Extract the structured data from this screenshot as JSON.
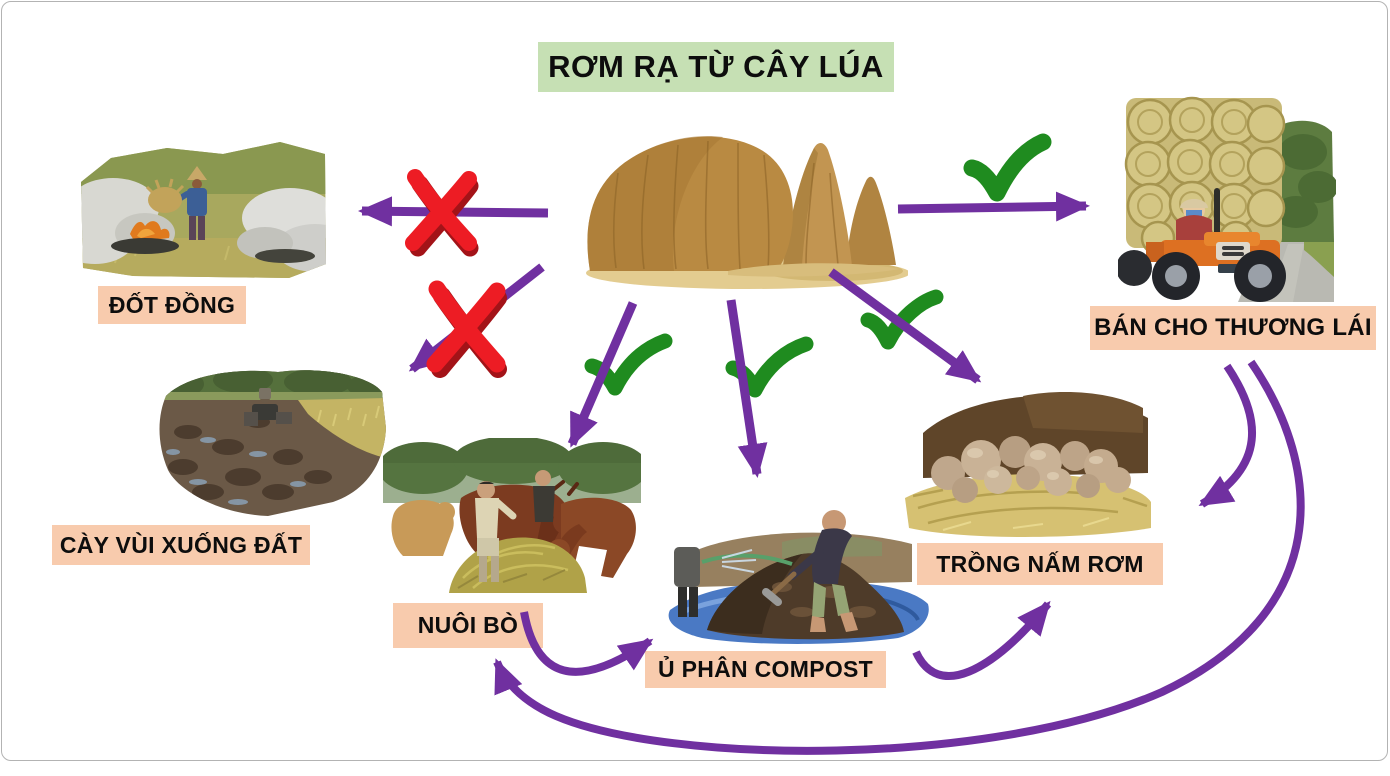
{
  "title": "RƠM RẠ TỪ CÂY LÚA",
  "colors": {
    "title_bg": "#c6e0b4",
    "label_bg": "#f8cbad",
    "arrow": "#7030a0",
    "check": "#1f8b1f",
    "cross": "#ed1c24",
    "cross_dark": "#a31318"
  },
  "source": {
    "id": "rom-ra",
    "label": "RƠM RẠ TỪ CÂY LÚA",
    "image": "piles of rice straw (haystacks) in a field"
  },
  "nodes": [
    {
      "id": "dot-dong",
      "label": "ĐỐT ĐỒNG",
      "mark": "cross",
      "image": "farmer burning rice straw in a smoking field"
    },
    {
      "id": "cay-vui",
      "label": "CÀY VÙI XUỐNG ĐẤT",
      "mark": "cross",
      "image": "tiller plowing straw into muddy paddy field"
    },
    {
      "id": "ban-thuong-lai",
      "label": "BÁN CHO THƯƠNG LÁI",
      "mark": "check",
      "image": "tractor hauling stacked round straw bales on a road"
    },
    {
      "id": "nuoi-bo",
      "label": "NUÔI BÒ",
      "mark": "check",
      "image": "brown cattle eating a pile of rice straw with two farmers"
    },
    {
      "id": "u-phan",
      "label": "Ủ PHÂN COMPOST",
      "mark": "check",
      "image": "man turning a dark compost pile on a blue tarp"
    },
    {
      "id": "trong-nam",
      "label": "TRỒNG NẤM RƠM",
      "mark": "check",
      "image": "straw mushrooms growing on a bed of rice straw"
    }
  ],
  "connections": [
    {
      "from": "rom-ra",
      "to": "dot-dong",
      "mark": "cross"
    },
    {
      "from": "rom-ra",
      "to": "cay-vui",
      "mark": "cross"
    },
    {
      "from": "rom-ra",
      "to": "ban-thuong-lai",
      "mark": "check"
    },
    {
      "from": "rom-ra",
      "to": "nuoi-bo",
      "mark": "check"
    },
    {
      "from": "rom-ra",
      "to": "u-phan",
      "mark": "check"
    },
    {
      "from": "rom-ra",
      "to": "trong-nam",
      "mark": "check"
    },
    {
      "from": "nuoi-bo",
      "to": "u-phan",
      "mark": "none"
    },
    {
      "from": "u-phan",
      "to": "trong-nam",
      "mark": "none"
    },
    {
      "from": "ban-thuong-lai",
      "to": "trong-nam",
      "mark": "none"
    },
    {
      "from": "ban-thuong-lai",
      "to": "nuoi-bo",
      "mark": "none"
    }
  ]
}
